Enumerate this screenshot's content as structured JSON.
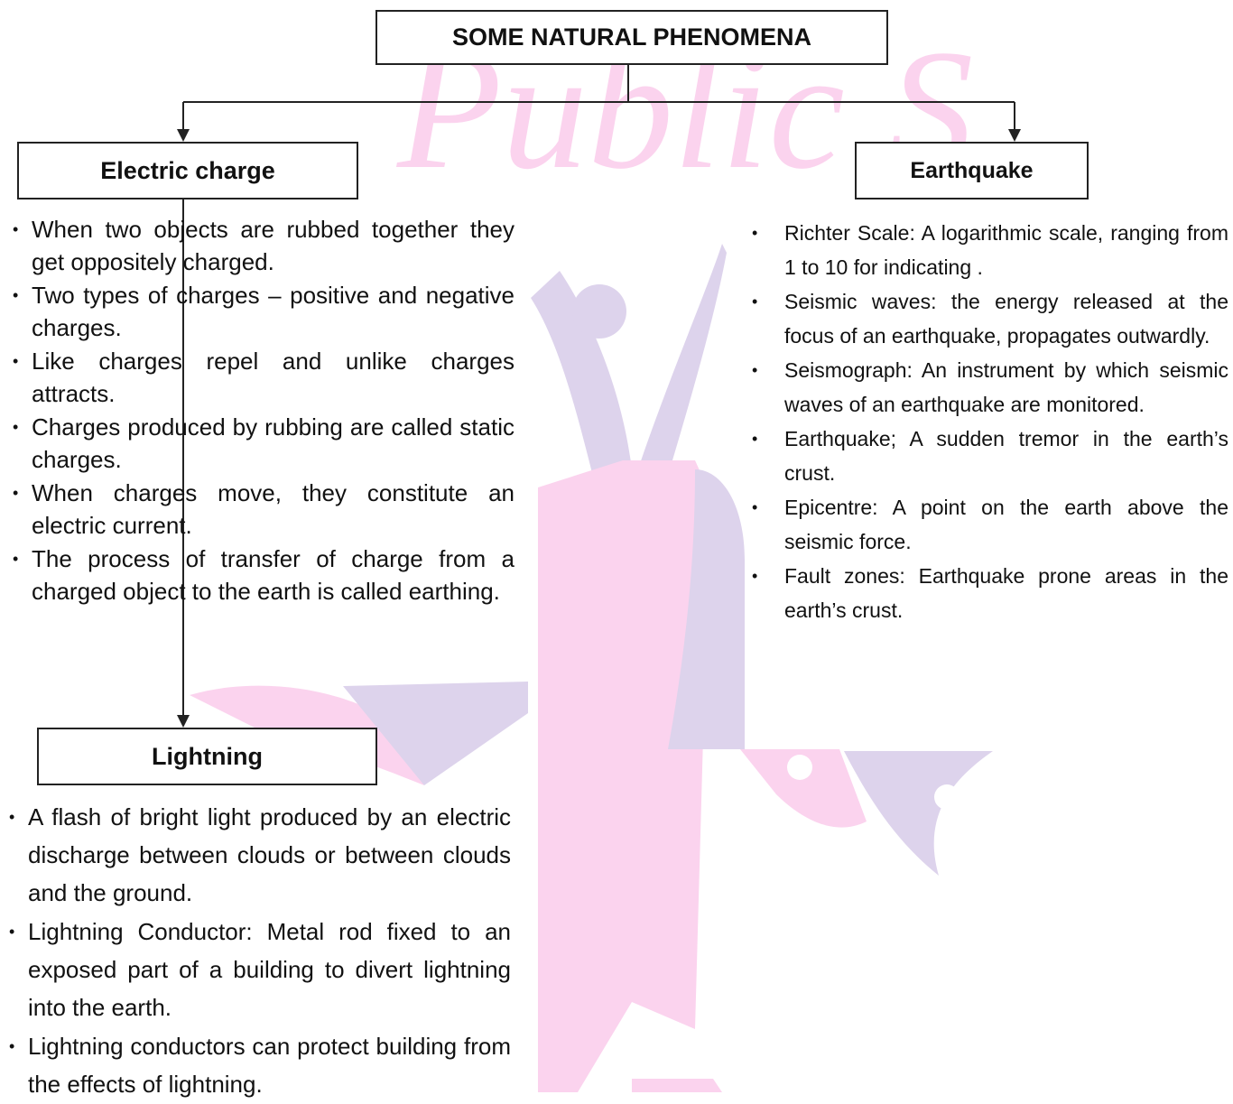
{
  "title": "SOME NATURAL PHENOMENA",
  "nodes": {
    "electric_charge": {
      "label": "Electric charge",
      "points": [
        "When two objects are rubbed together they get oppositely charged.",
        "Two types of charges – positive and negative charges.",
        "Like charges repel and unlike charges attracts.",
        "Charges produced by rubbing are called static charges.",
        "When charges move, they constitute an electric current.",
        "The process of transfer of charge from a charged object to the earth is called earthing."
      ]
    },
    "lightning": {
      "label": "Lightning",
      "points": [
        "A flash of bright light produced by an electric discharge between clouds or between clouds and the ground.",
        "Lightning Conductor: Metal rod fixed to an exposed part of a building to divert lightning into the earth.",
        "Lightning conductors can protect building from the effects of lightning."
      ]
    },
    "earthquake": {
      "label": "Earthquake",
      "points": [
        "Richter Scale: A logarithmic scale, ranging from 1 to 10 for indicating .",
        "Seismic waves: the energy released at the focus of an earthquake, propagates outwardly.",
        "Seismograph: An instrument by which seismic waves of an earthquake are monitored.",
        "Earthquake; A sudden tremor in the earth’s crust.",
        "Epicentre: A point on the earth above the seismic force.",
        "Fault zones: Earthquake prone areas in the earth’s crust."
      ]
    }
  },
  "watermark": {
    "text": "Public S",
    "colors": [
      "#fbd3ee",
      "#ddd3ec"
    ]
  },
  "bullet_glyph": "•"
}
